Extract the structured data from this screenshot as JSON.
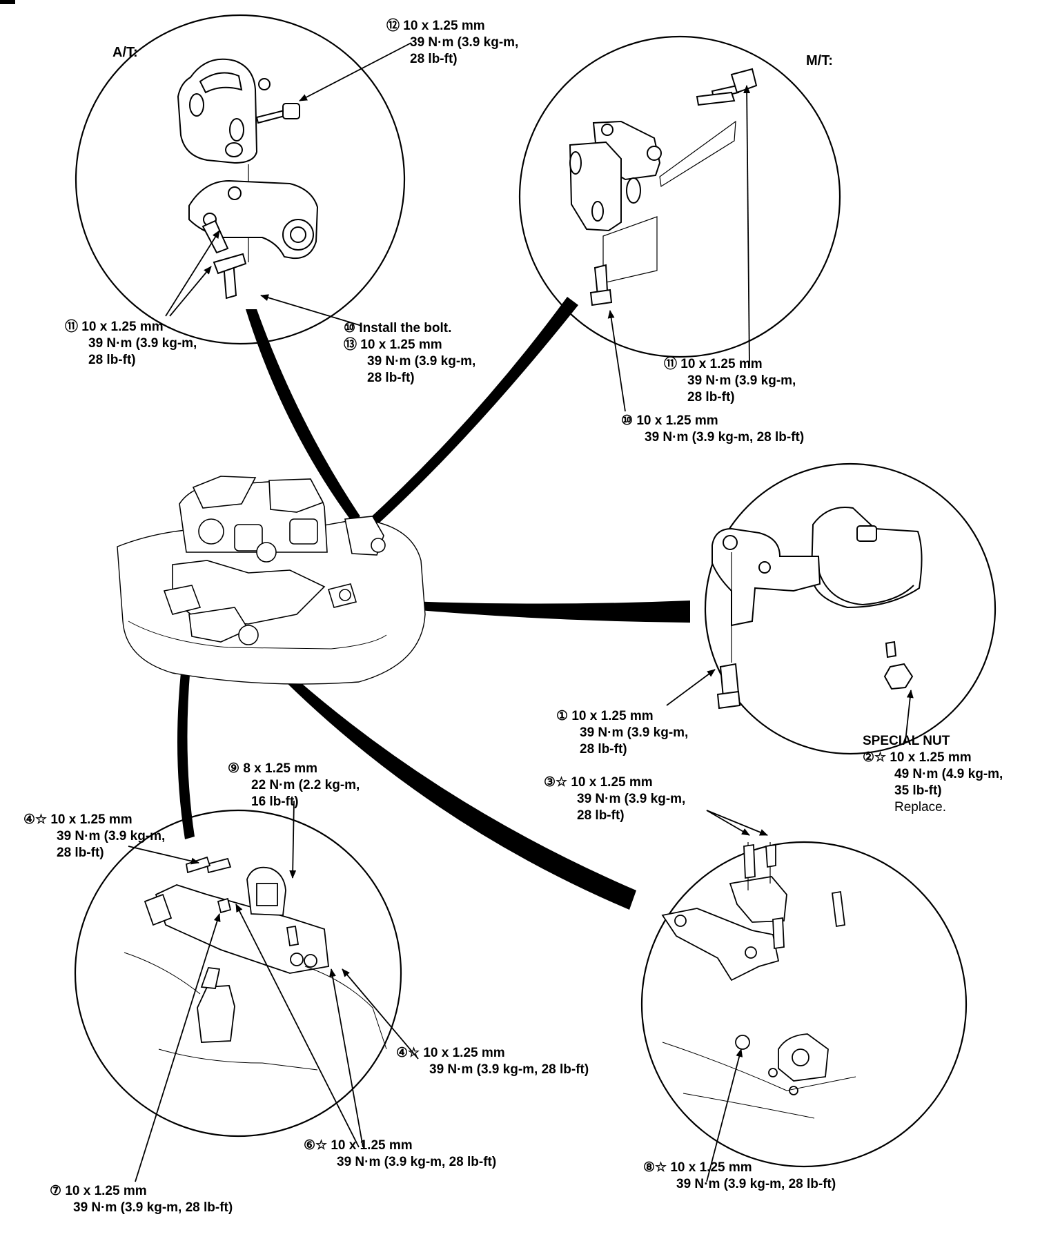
{
  "headers": {
    "at": "A/T:",
    "mt": "M/T:"
  },
  "callouts": {
    "c12": {
      "num": "⑫",
      "lines": [
        "10 x 1.25 mm",
        "39 N·m (3.9 kg-m,",
        "28 lb-ft)"
      ]
    },
    "c11a": {
      "num": "⑪",
      "lines": [
        "10 x 1.25 mm",
        "39 N·m (3.9 kg-m,",
        "28 lb-ft)"
      ]
    },
    "c10a": {
      "num": "⑩",
      "note": "Install the bolt."
    },
    "c13": {
      "num": "⑬",
      "lines": [
        "10 x 1.25 mm",
        "39 N·m (3.9 kg-m,",
        "28 lb-ft)"
      ]
    },
    "c11b": {
      "num": "⑪",
      "lines": [
        "10 x 1.25 mm",
        "39 N·m (3.9 kg-m,",
        "28 lb-ft)"
      ]
    },
    "c10b": {
      "num": "⑩",
      "lines": [
        "10 x 1.25 mm",
        "39 N·m (3.9 kg-m, 28 lb-ft)"
      ]
    },
    "c1": {
      "num": "①",
      "lines": [
        "10 x 1.25 mm",
        "39 N·m (3.9 kg-m,",
        "28 lb-ft)"
      ]
    },
    "c2": {
      "title": "SPECIAL NUT",
      "num": "②☆",
      "lines": [
        "10 x 1.25 mm",
        "49 N·m (4.9 kg-m,",
        "35 lb-ft)",
        "Replace."
      ]
    },
    "c3": {
      "num": "③☆",
      "lines": [
        "10 x 1.25 mm",
        "39 N·m (3.9 kg-m,",
        "28 lb-ft)"
      ]
    },
    "c9": {
      "num": "⑨",
      "lines": [
        "8 x 1.25 mm",
        "22 N·m (2.2 kg-m,",
        "16 lb-ft)"
      ]
    },
    "c4a": {
      "num": "④☆",
      "lines": [
        "10 x 1.25 mm",
        "39 N·m (3.9 kg-m,",
        "28 lb-ft)"
      ]
    },
    "c4b": {
      "num": "④☆",
      "lines": [
        "10 x 1.25 mm",
        "39 N·m (3.9 kg-m, 28 lb-ft)"
      ]
    },
    "c6": {
      "num": "⑥☆",
      "lines": [
        "10 x 1.25 mm",
        "39 N·m (3.9 kg-m, 28 lb-ft)"
      ]
    },
    "c7": {
      "num": "⑦",
      "lines": [
        "10 x 1.25 mm",
        "39 N·m (3.9 kg-m, 28 lb-ft)"
      ]
    },
    "c8": {
      "num": "⑧☆",
      "lines": [
        "10 x 1.25 mm",
        "39 N·m (3.9 kg-m, 28 lb-ft)"
      ]
    }
  }
}
